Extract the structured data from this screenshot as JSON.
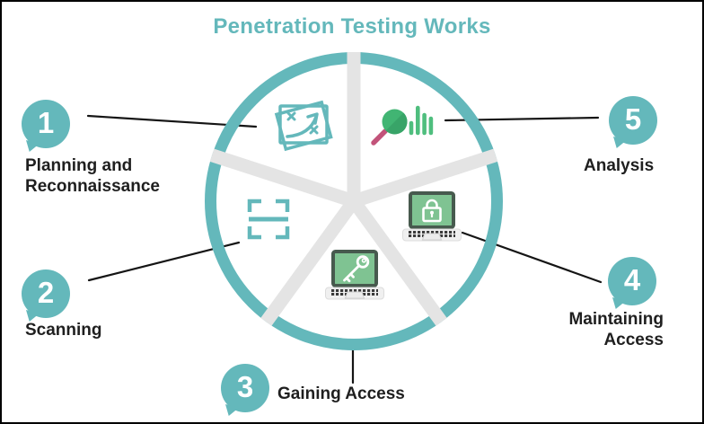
{
  "title": "Penetration Testing Works",
  "steps": [
    {
      "number": "1",
      "label": "Planning and Reconnaissance",
      "icon": "strategy-plan-icon"
    },
    {
      "number": "2",
      "label": "Scanning",
      "icon": "scan-frame-icon"
    },
    {
      "number": "3",
      "label": "Gaining Access",
      "icon": "laptop-key-icon"
    },
    {
      "number": "4",
      "label": "Maintaining Access",
      "icon": "laptop-lock-icon"
    },
    {
      "number": "5",
      "label": "Analysis",
      "icon": "magnifier-chart-icon"
    }
  ],
  "colors": {
    "teal": "#64b8bb",
    "spoke": "#e4e4e4",
    "ink": "#1f1f1f",
    "line": "#151515",
    "green": "#41b573",
    "green-dark": "#38a468",
    "bar-green": "#4fbe7e",
    "pink": "#c2537a",
    "screen-green": "#7fc392",
    "screen-border": "#475a4e",
    "laptop-base": "#f0f0f0"
  }
}
